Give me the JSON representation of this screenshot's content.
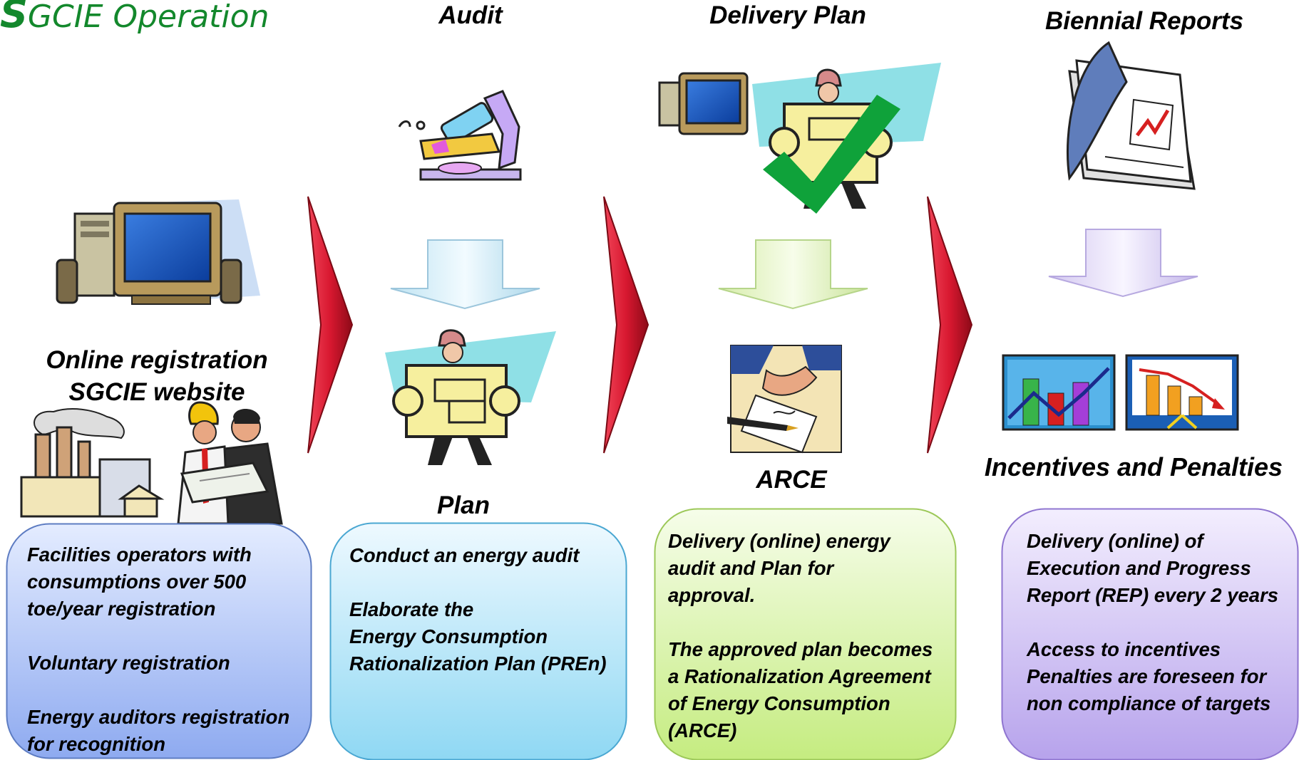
{
  "title": {
    "first_letter": "S",
    "rest": "GCIE Operation"
  },
  "stages": [
    {
      "header": "",
      "label": "Online registration\nSGCIE website",
      "lines": [
        "Facilities operators  with",
        "consumptions over 500",
        "toe/year registration",
        "",
        "Voluntary registration",
        "",
        "Energy auditors registration",
        "for recognition"
      ]
    },
    {
      "header": "Audit",
      "label": "Plan",
      "lines": [
        "Conduct an energy audit",
        "",
        "Elaborate the",
        "Energy  Consumption",
        "Rationalization Plan (PREn)"
      ]
    },
    {
      "header": "Delivery Plan",
      "label": "ARCE",
      "lines": [
        "Delivery (online) energy",
        "audit and Plan for",
        "approval.",
        "",
        "The approved plan becomes",
        "a Rationalization Agreement",
        "of Energy Consumption",
        "(ARCE)"
      ]
    },
    {
      "header": "Biennial Reports",
      "label": "Incentives and Penalties",
      "lines": [
        "Delivery (online) of",
        "Execution  and Progress",
        "Report (REP) every 2 years",
        "",
        "Access to incentives",
        "Penalties are foreseen for",
        "non compliance of targets"
      ]
    }
  ],
  "colors": {
    "title": "#13882c",
    "box1": "#9bb4f0",
    "box2": "#a6e1f5",
    "box3": "#d2f19a",
    "box4": "#c3b2ee",
    "chevron": "#d81830"
  },
  "icons": [
    "computer-icon",
    "factory-icon",
    "engineers-icon",
    "microscope-icon",
    "blueprint-worker-icon",
    "checkmark-icon",
    "handshake-contract-icon",
    "report-document-icon",
    "bar-chart-up-icon",
    "bar-chart-down-icon",
    "down-arrow-icon",
    "right-chevron-icon"
  ]
}
